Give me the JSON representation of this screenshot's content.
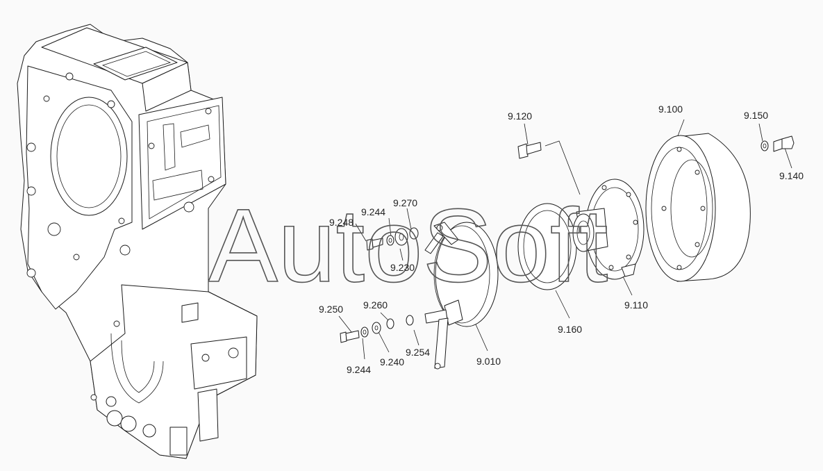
{
  "watermark": "AutoSoft",
  "callouts": [
    {
      "id": "c-9100",
      "text": "9.100"
    },
    {
      "id": "c-9120",
      "text": "9.120"
    },
    {
      "id": "c-9150",
      "text": "9.150"
    },
    {
      "id": "c-9140",
      "text": "9.140"
    },
    {
      "id": "c-9270",
      "text": "9.270"
    },
    {
      "id": "c-9244a",
      "text": "9.244"
    },
    {
      "id": "c-9248",
      "text": "9.248"
    },
    {
      "id": "c-9230",
      "text": "9.230"
    },
    {
      "id": "c-9110",
      "text": "9.110"
    },
    {
      "id": "c-9160",
      "text": "9.160"
    },
    {
      "id": "c-9250",
      "text": "9.250"
    },
    {
      "id": "c-9260",
      "text": "9.260"
    },
    {
      "id": "c-9254",
      "text": "9.254"
    },
    {
      "id": "c-9010",
      "text": "9.010"
    },
    {
      "id": "c-9244b",
      "text": "9.244"
    },
    {
      "id": "c-9240",
      "text": "9.240"
    }
  ]
}
